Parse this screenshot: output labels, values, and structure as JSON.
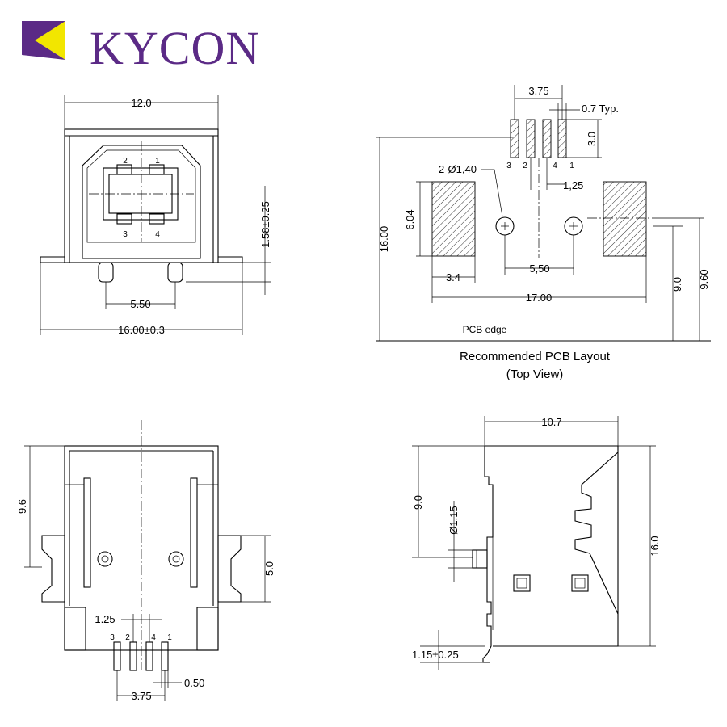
{
  "brand": {
    "name": "KYCON",
    "color": "#5b2a86",
    "accent": "#f2e600"
  },
  "front_view": {
    "width_top": "12.0",
    "height_right": "1.58±0.25",
    "pin_spacing": "5.50",
    "width_bottom": "16.00±0.3",
    "pins": [
      "2",
      "1",
      "3",
      "4"
    ]
  },
  "pcb_layout": {
    "pin_pitch": "3.75",
    "pad_width": "0.7 Typ.",
    "pad_height": "3.0",
    "pin_numbers": [
      "3",
      "2",
      "4",
      "1"
    ],
    "hole_note": "2-Ø1,40",
    "inner_pitch": "1,25",
    "pad_h": "6.04",
    "total_h": "16.00",
    "hole_spacing": "5,50",
    "pad_w": "3.4",
    "pads_span": "17.00",
    "dim_90": "9.0",
    "dim_960": "9.60",
    "pcb_edge": "PCB edge",
    "caption_1": "Recommended PCB Layout",
    "caption_2": "(Top View)"
  },
  "bottom_view": {
    "dim_left": "9.6",
    "dim_right": "5.0",
    "inner_pitch": "1.25",
    "pin_numbers": [
      "3",
      "2",
      "4",
      "1"
    ],
    "pin_width": "0.50",
    "pin_pitch": "3.75"
  },
  "side_view": {
    "width_top": "10.7",
    "dim_left": "9.0",
    "post_dia": "Ø1.15",
    "height_right": "16.0",
    "standoff": "1.15±0.25"
  }
}
